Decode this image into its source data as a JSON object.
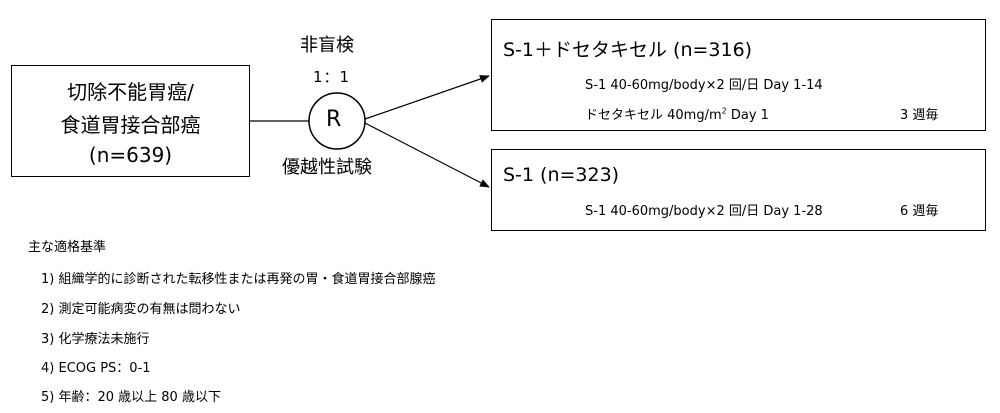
{
  "colors": {
    "line": "#000000",
    "background": "#ffffff"
  },
  "population": {
    "line1": "切除不能胃癌/",
    "line2": "食道胃接合部癌",
    "line3": "(n=639)"
  },
  "randomization": {
    "blind_label": "非盲検",
    "ratio": "1：1",
    "symbol": "R",
    "design_label": "優越性試験"
  },
  "arms": [
    {
      "title": "S-1＋ドセタキセル (n=316)",
      "detail1": "S-1 40-60mg/body×2 回/日 Day 1-14",
      "detail2_prefix": "ドセタキセル  40mg/m",
      "detail2_sup": "2",
      "detail2_suffix": " Day 1",
      "cycle": "3 週毎"
    },
    {
      "title": "S-1 (n=323)",
      "detail1": "S-1 40-60mg/body×2 回/日 Day 1-28",
      "cycle": "6 週毎"
    }
  ],
  "criteria": {
    "heading": "主な適格基準",
    "items": [
      "1)  組織学的に診断された転移性または再発の胃・食道胃接合部腺癌",
      "2)  測定可能病変の有無は問わない",
      "3)  化学療法未施行",
      "4)  ECOG PS：0-1",
      "5)  年齢：20 歳以上 80 歳以下"
    ]
  }
}
